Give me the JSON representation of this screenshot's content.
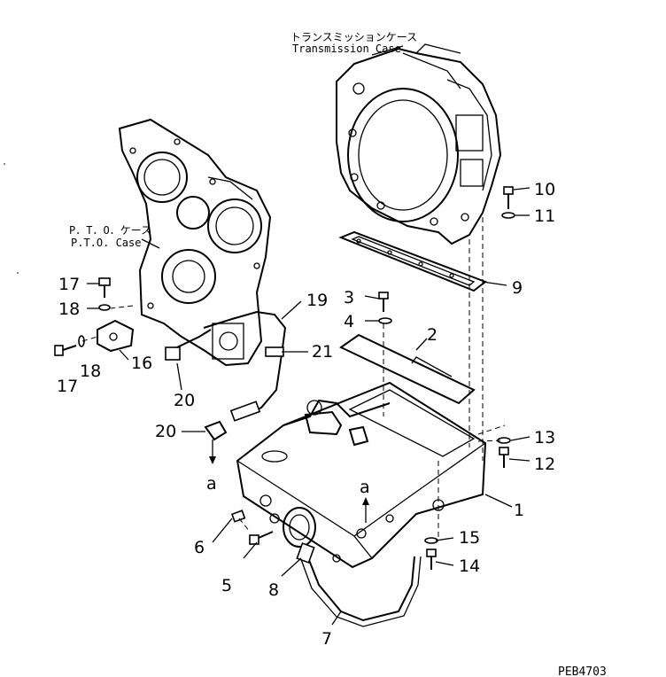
{
  "captions": {
    "transmission_jp": "トランスミッションケース",
    "transmission_en": "Transmission Case",
    "pto_jp": "P．T．O．ケース",
    "pto_en": "P.T.O. Case"
  },
  "drawing_code": "PEB4703",
  "callouts": [
    "1",
    "2",
    "3",
    "4",
    "5",
    "6",
    "7",
    "8",
    "9",
    "10",
    "11",
    "12",
    "13",
    "14",
    "15",
    "16",
    "17",
    "17",
    "18",
    "18",
    "19",
    "20",
    "20",
    "21"
  ],
  "view_marks": [
    "a",
    "a"
  ]
}
